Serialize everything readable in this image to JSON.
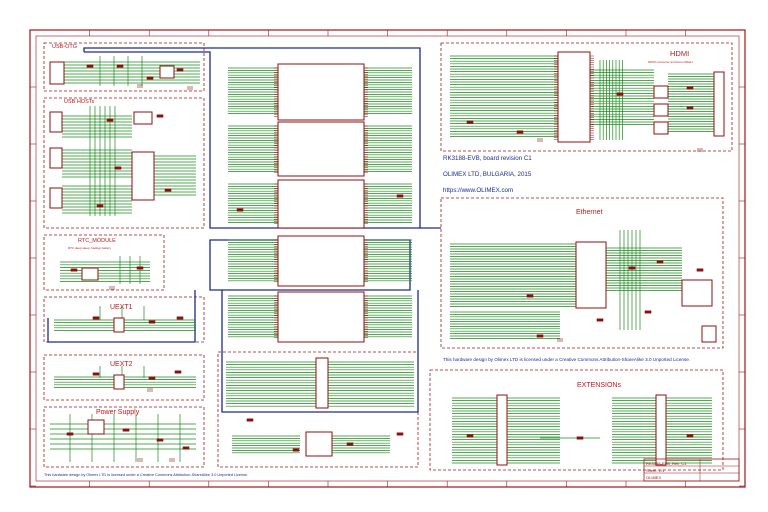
{
  "blocks": {
    "usb_otg": "USB-OTG",
    "usb_hosts": "USB HOSTs",
    "rtc_module": "RTC_MODULE",
    "rtc_note": "RTC deep sleep, backup battery",
    "uext1": "UEXT1",
    "uext2": "UEXT2",
    "power_supply": "Power Supply",
    "hdmi": "HDMI",
    "hdmi_note": "HDMI connector and level shifters",
    "ethernet": "Ethernet",
    "extensions": "EXTENSIONs"
  },
  "info": {
    "board": "RK3188-EVB, board revision C1",
    "company": "OLIMEX LTD, BULGARIA, 2015",
    "url": "https://www.OLIMEX.com",
    "license_right": "This hardware design by Olimex LTD is licensed under a Creative Commons Attribution-ShareAlike 3.0 Unported License.",
    "license_bottom": "This hardware design by Olimex LTD is licensed under a Creative Commons Attribution-ShareAlike 3.0 Unported License."
  },
  "title_block": {
    "line1": "RK3188-EVB_Rev_C1",
    "line2": "Sheet: 1/1",
    "line3": "OLIMEX"
  },
  "colors": {
    "frame": "#a0161b",
    "wire": "#1a8a1a",
    "bus": "#1e2a8c",
    "component": "#8b1010",
    "label": "#c01818"
  }
}
